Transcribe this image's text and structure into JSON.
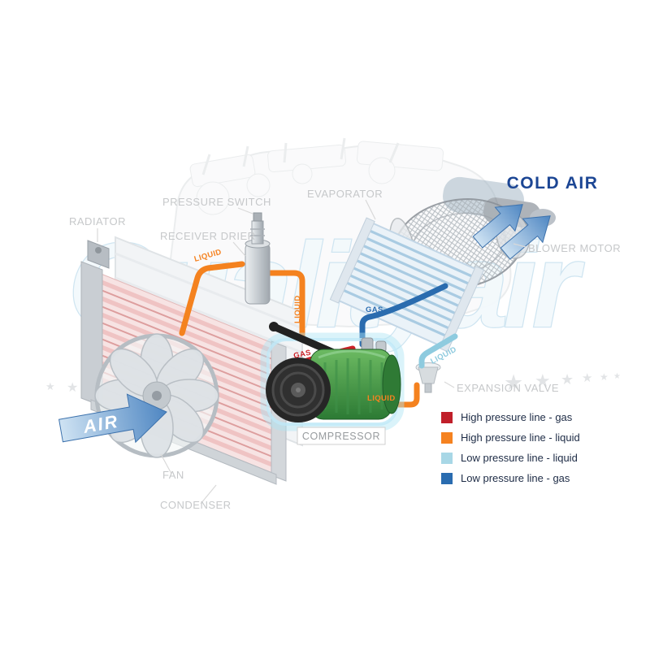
{
  "diagram": {
    "watermark": "Qualityair",
    "icons": {
      "star": "★"
    },
    "labels": {
      "radiator": "RADIATOR",
      "pressure_switch": "PRESSURE SWITCH",
      "receiver_drier": "RECEIVER DRIER",
      "evaporator": "EVAPORATOR",
      "cold_air": "COLD AIR",
      "blower_motor": "BLOWER MOTOR",
      "expansion_valve": "EXPANSION VALVE",
      "compressor": "COMPRESSOR",
      "fan": "FAN",
      "condenser": "CONDENSER",
      "air": "AIR"
    },
    "pipe_labels": {
      "liquid_receiver": "LIQUID",
      "liquid_vertical": "LIQUID",
      "liquid_to_valve": "LIQUID",
      "liquid_low": "LIQUID",
      "gas_high": "GAS",
      "gas_low": "GAS"
    },
    "colors": {
      "high_gas": "#cc2128",
      "high_liquid": "#f58220",
      "low_liquid": "#8fcbdf",
      "low_gas": "#2a6cb0",
      "cold_air_text": "#1c4694"
    },
    "legend": {
      "items": [
        {
          "color": "#c01f2a",
          "label": "High pressure line - gas"
        },
        {
          "color": "#f58220",
          "label": "High pressure line - liquid"
        },
        {
          "color": "#a8d7e6",
          "label": "Low pressure line - liquid"
        },
        {
          "color": "#2a6cb0",
          "label": "Low pressure line -  gas"
        }
      ]
    }
  }
}
